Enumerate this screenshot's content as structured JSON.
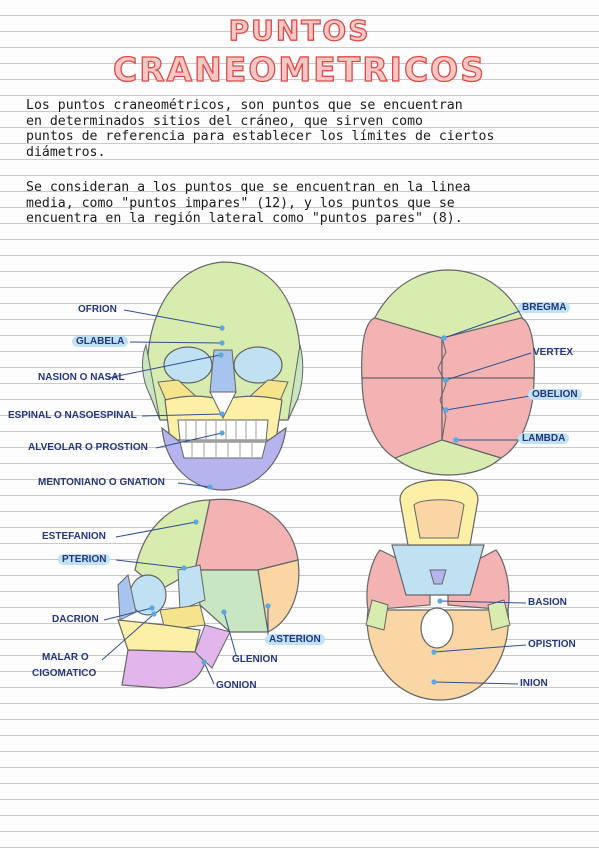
{
  "title": {
    "line1": "Puntos",
    "line2": "Craneometricos"
  },
  "intro": {
    "paragraph1": "Los puntos craneométricos, son puntos que se encuentran\nen determinados sitios del cráneo, que sirven como\npuntos de referencia para establecer los límites de ciertos\ndiámetros.",
    "paragraph2": "Se consideran a los puntos que se encuentran en la linea\nmedia, como \"puntos impares\" (12), y los puntos que se\nencuentra en la región lateral como \"puntos pares\" (8)."
  },
  "labels": {
    "ofrion": "OFRION",
    "glabela": "GLABELA",
    "nasion": "NASION O NASAL",
    "espinal": "ESPINAL O NASOESPINAL",
    "alveolar": "ALVEOLAR O PROSTION",
    "mentoniano": "MENTONIANO O GNATION",
    "bregma": "BREGMA",
    "vertex": "VERTEX",
    "obelion": "OBELION",
    "lambda": "LAMBDA",
    "estefanion": "ESTEFANION",
    "pterion": "PTERION",
    "dacrion": "DACRION",
    "malar_line1": "MALAR O",
    "malar_line2": "CIGOMATICO",
    "asterion": "ASTERION",
    "glenion": "GLENION",
    "gonion": "GONION",
    "basion": "BASION",
    "opistion": "OPISTION",
    "inion": "INION"
  },
  "colors": {
    "title_fill": "#f6c7c4",
    "title_stroke": "#de4a45",
    "label_text": "#24367e",
    "label_highlight": "#bfe3f3",
    "leader_line": "#2f4f93",
    "point": "#59a9e0",
    "frontal": "#d8ecb0",
    "parietal": "#f3b3b3",
    "occipital": "#f9d6a3",
    "temporal": "#c9e6c2",
    "sphenoid": "#bfe1f2",
    "maxilla": "#fbf0a6",
    "mandible": "#b6b4ee",
    "zygomatic": "#f5e48c",
    "nasal": "#a7c4ef",
    "lower_jaw_lateral": "#e2b6ec"
  }
}
